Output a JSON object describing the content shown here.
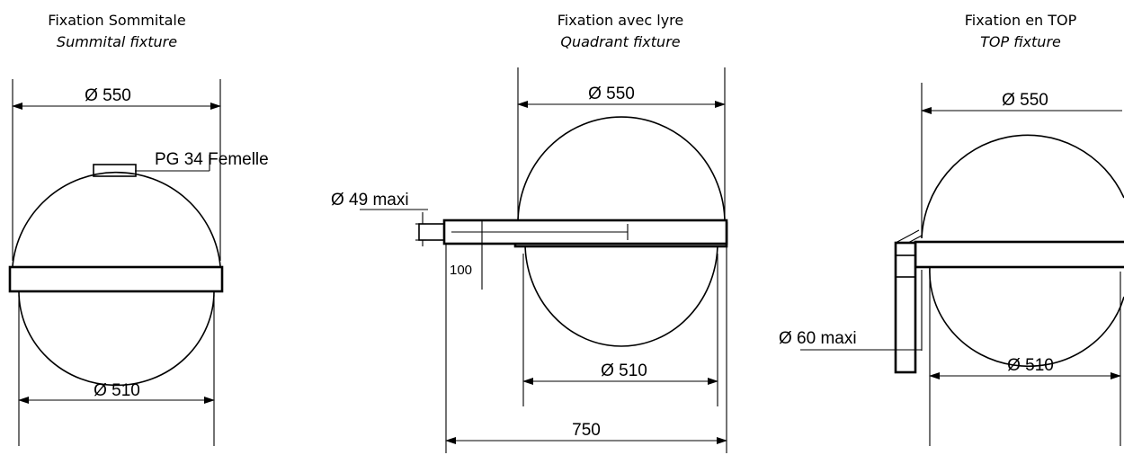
{
  "views": [
    {
      "id": "summital",
      "title_fr": "Fixation Sommitale",
      "title_en": "Summital fixture",
      "dims": {
        "top": "Ø 550",
        "bottom": "Ø 510",
        "connector": "PG 34 Femelle"
      }
    },
    {
      "id": "quadrant",
      "title_fr": "Fixation avec lyre",
      "title_en": "Quadrant fixture",
      "dims": {
        "top": "Ø 550",
        "bottom": "Ø 510",
        "tube": "Ø 49 maxi",
        "insert": "100",
        "overall": "750"
      }
    },
    {
      "id": "top",
      "title_fr": "Fixation en TOP",
      "title_en": "TOP fixture",
      "dims": {
        "top": "Ø 550",
        "bottom": "Ø 510",
        "pole": "Ø 60 maxi"
      }
    }
  ]
}
